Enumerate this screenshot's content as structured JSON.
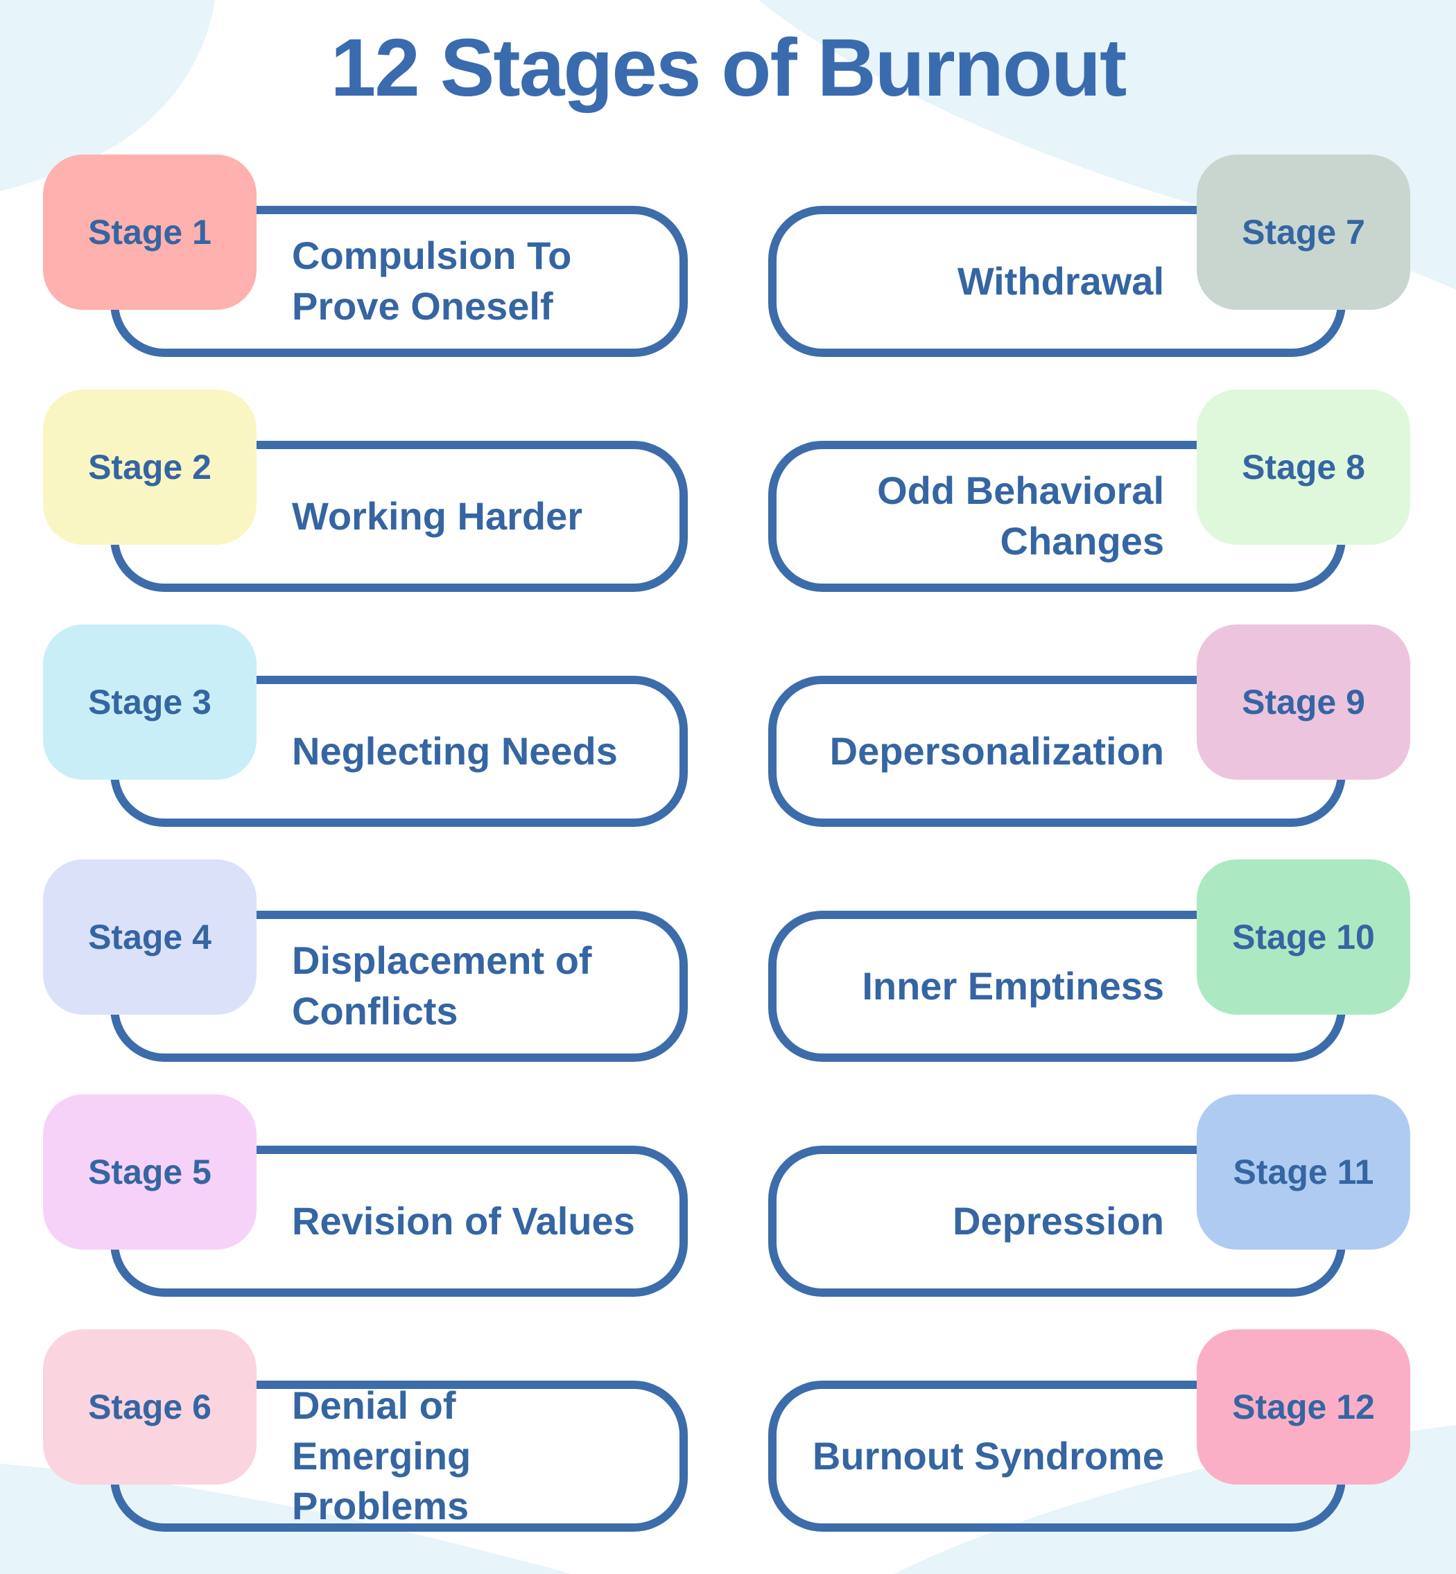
{
  "title": "12 Stages of Burnout",
  "colors": {
    "title": "#3A6BAE",
    "text": "#3565A2",
    "outline": "#3C6CAA",
    "background_blob": "#E7F4FA",
    "canvas_bg": "#FFFFFF"
  },
  "stages": [
    {
      "badge": "Stage 1",
      "label": "Compulsion To\nProve Oneself",
      "badge_color": "#FEB1AE",
      "column": "left"
    },
    {
      "badge": "Stage 2",
      "label": "Working Harder",
      "badge_color": "#FAF6C3",
      "column": "left"
    },
    {
      "badge": "Stage 3",
      "label": "Neglecting Needs",
      "badge_color": "#C9EEF7",
      "column": "left"
    },
    {
      "badge": "Stage 4",
      "label": "Displacement of\nConflicts",
      "badge_color": "#DAE1F9",
      "column": "left"
    },
    {
      "badge": "Stage 5",
      "label": "Revision of Values",
      "badge_color": "#F6D2F9",
      "column": "left"
    },
    {
      "badge": "Stage 6",
      "label": "Denial of\nEmerging Problems",
      "badge_color": "#FAD4DF",
      "column": "left"
    },
    {
      "badge": "Stage 7",
      "label": "Withdrawal",
      "badge_color": "#C8D6CF",
      "column": "right"
    },
    {
      "badge": "Stage 8",
      "label": "Odd Behavioral\nChanges",
      "badge_color": "#DFF8DC",
      "column": "right"
    },
    {
      "badge": "Stage 9",
      "label": "Depersonalization",
      "badge_color": "#ECC4DD",
      "column": "right"
    },
    {
      "badge": "Stage 10",
      "label": "Inner Emptiness",
      "badge_color": "#ACE8C2",
      "column": "right"
    },
    {
      "badge": "Stage 11",
      "label": "Depression",
      "badge_color": "#AFCBF1",
      "column": "right"
    },
    {
      "badge": "Stage 12",
      "label": "Burnout Syndrome",
      "badge_color": "#FBAFC6",
      "column": "right"
    }
  ]
}
